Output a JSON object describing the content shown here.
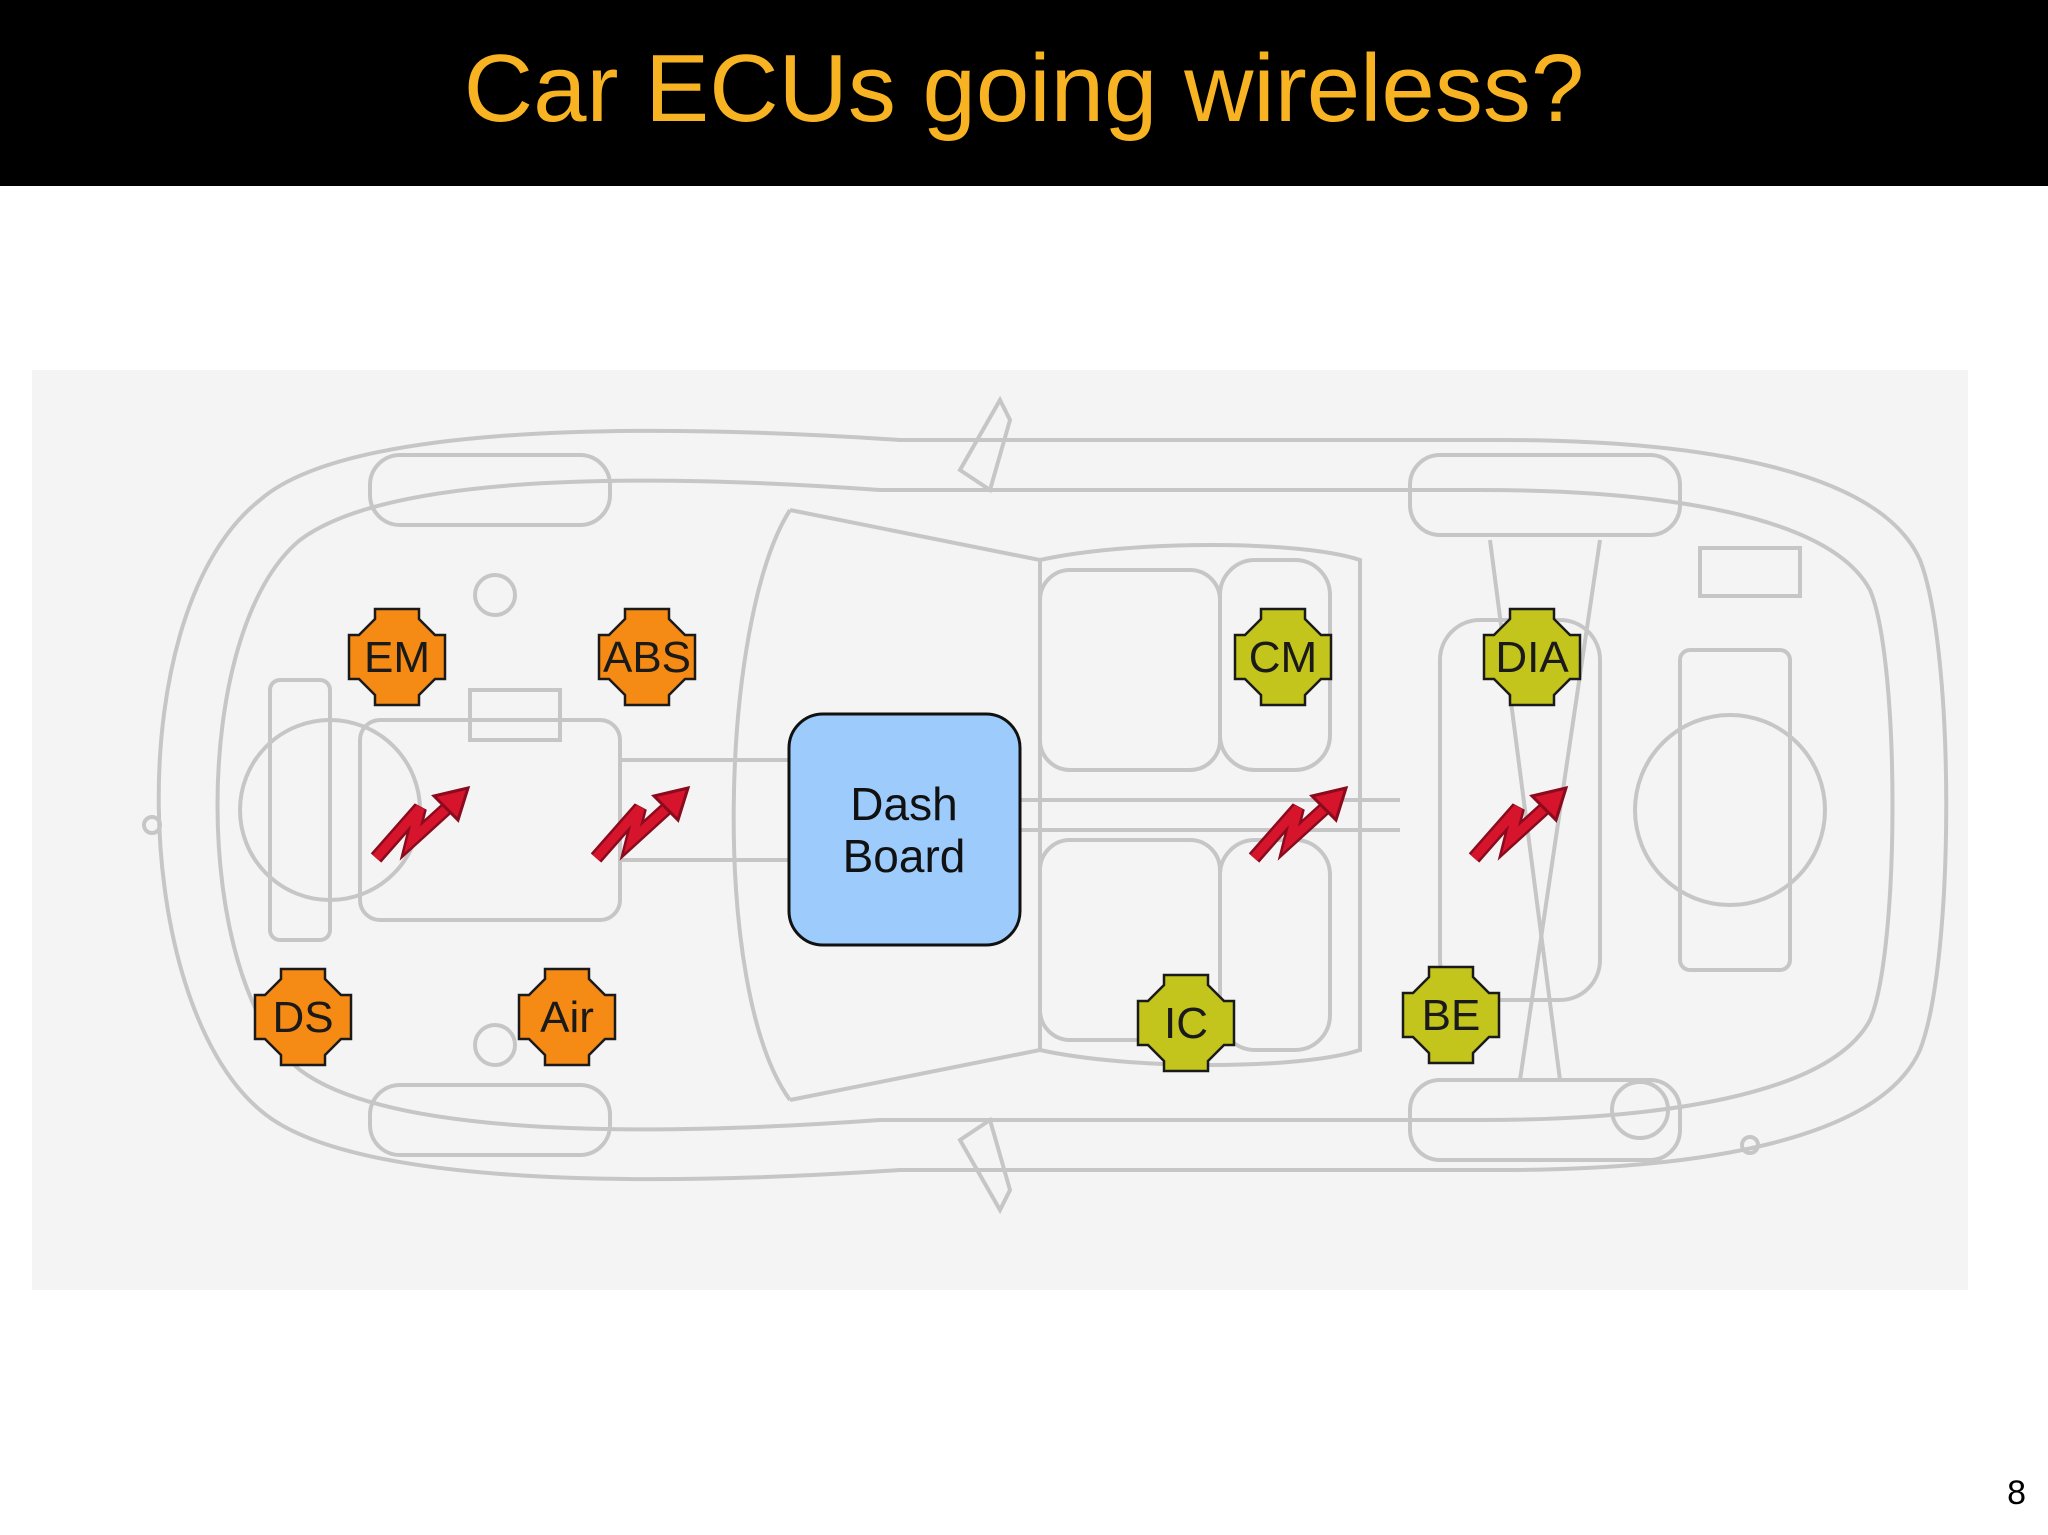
{
  "slide": {
    "title": "Car ECUs going wireless?",
    "page_number": "8"
  },
  "dashboard": {
    "line1": "Dash",
    "line2": "Board",
    "color": "#9dcbfb"
  },
  "ecus": {
    "em": "EM",
    "abs": "ABS",
    "ds": "DS",
    "air": "Air",
    "cm": "CM",
    "dia": "DIA",
    "ic": "IC",
    "be": "BE"
  },
  "colors": {
    "title": "#f7b322",
    "front_ecu": "#f58a14",
    "rear_ecu": "#c3c41c",
    "wireless_arrow": "#c8102e",
    "car_outline": "#c8c8c8"
  },
  "icons": [
    "wireless-signal-icon",
    "car-outline-drawing"
  ]
}
